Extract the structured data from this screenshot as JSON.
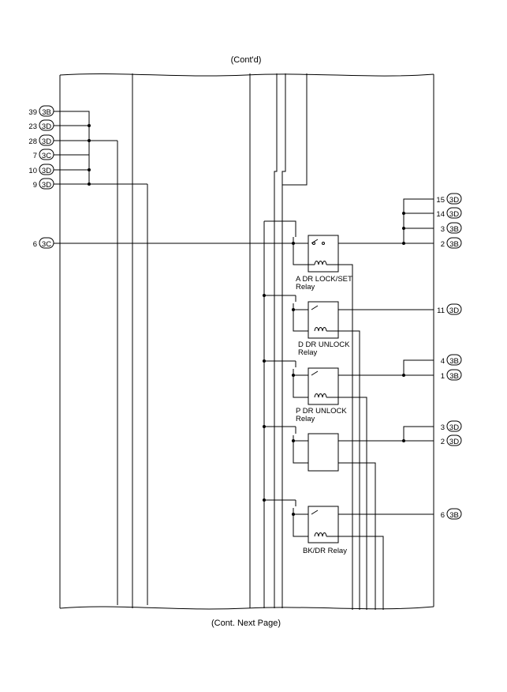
{
  "header": {
    "cont": "(Cont'd)"
  },
  "footer": {
    "cont_next": "(Cont. Next Page)"
  },
  "left_connectors": [
    {
      "pin": "39",
      "conn": "3B"
    },
    {
      "pin": "23",
      "conn": "3D"
    },
    {
      "pin": "28",
      "conn": "3D"
    },
    {
      "pin": "7",
      "conn": "3C"
    },
    {
      "pin": "10",
      "conn": "3D"
    },
    {
      "pin": "9",
      "conn": "3D"
    },
    {
      "pin": "6",
      "conn": "3C"
    }
  ],
  "right_connectors": [
    {
      "pin": "15",
      "conn": "3D"
    },
    {
      "pin": "14",
      "conn": "3D"
    },
    {
      "pin": "3",
      "conn": "3B"
    },
    {
      "pin": "2",
      "conn": "3B"
    },
    {
      "pin": "11",
      "conn": "3D"
    },
    {
      "pin": "4",
      "conn": "3B"
    },
    {
      "pin": "1",
      "conn": "3B"
    },
    {
      "pin": "3",
      "conn": "3D"
    },
    {
      "pin": "2",
      "conn": "3D"
    },
    {
      "pin": "6",
      "conn": "3B"
    }
  ],
  "relays": [
    {
      "line1": "A DR LOCK/SET",
      "line2": "Relay"
    },
    {
      "line1": "D DR UNLOCK",
      "line2": "Relay"
    },
    {
      "line1": "P DR UNLOCK",
      "line2": "Relay"
    },
    {
      "line1": "",
      "line2": ""
    },
    {
      "line1": "BK/DR Relay",
      "line2": ""
    }
  ]
}
